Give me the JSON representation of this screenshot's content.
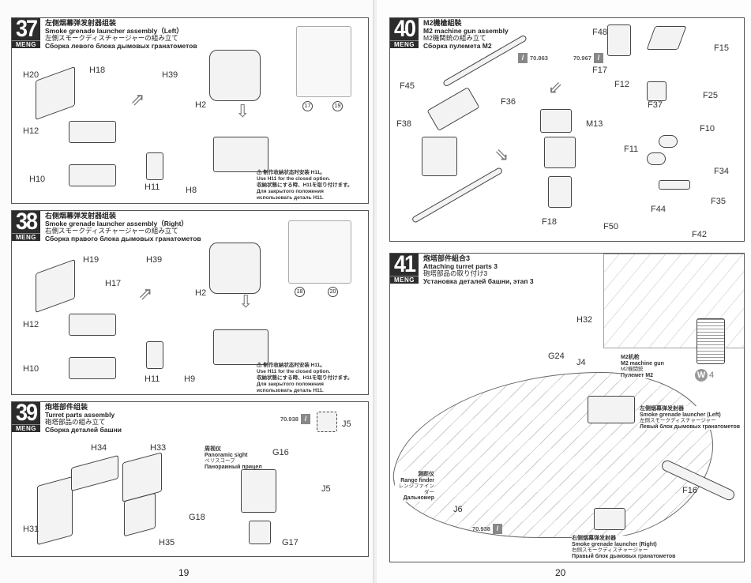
{
  "pages": [
    {
      "number": "19",
      "steps": [
        {
          "number": "37",
          "brand": "MENG",
          "title_zh": "左侧烟幕弹发射器组装",
          "title_en": "Smoke grenade launcher assembly（Left）",
          "title_ja": "左側スモークディスチャージャーの組み立て",
          "title_ru": "Сборка левого блока дымовых гранатометов",
          "parts": [
            "H20",
            "H18",
            "H39",
            "H2",
            "H12",
            "H10",
            "H11",
            "H8"
          ],
          "refs": [
            "17",
            "19"
          ],
          "note": [
            "制作收納状态时安装 H11。",
            "Use H11 for the closed option.",
            "収納状態にする時、H11を取り付けます。",
            "Для закрытого положения",
            "использовать деталь H11."
          ]
        },
        {
          "number": "38",
          "brand": "MENG",
          "title_zh": "右侧烟幕弹发射器组装",
          "title_en": "Smoke grenade launcher assembly（Right）",
          "title_ja": "右側スモークディスチャージャーの組み立て",
          "title_ru": "Сборка правого блока дымовых гранатометов",
          "parts": [
            "H19",
            "H17",
            "H39",
            "H2",
            "H12",
            "H10",
            "H11",
            "H9"
          ],
          "refs": [
            "18",
            "20"
          ],
          "note": [
            "制作收納状态时安装 H11。",
            "Use H11 for the closed option.",
            "収納状態にする時、H11を取り付けます。",
            "Для закрытого положения",
            "использовать деталь H11."
          ]
        },
        {
          "number": "39",
          "brand": "MENG",
          "title_zh": "炮塔部件组装",
          "title_en": "Turret parts assembly",
          "title_ja": "砲塔部品の組み立て",
          "title_ru": "Сборка деталей башни",
          "parts": [
            "H34",
            "H33",
            "H31",
            "H35",
            "G16",
            "J5",
            "G18",
            "G17"
          ],
          "paint": "70.938",
          "callout": {
            "zh": "周视仪",
            "en": "Panoramic sight",
            "ja": "ペリスコープ",
            "ru": "Панорамный прицел"
          }
        }
      ]
    },
    {
      "number": "20",
      "steps": [
        {
          "number": "40",
          "brand": "MENG",
          "title_zh": "M2機槍組裝",
          "title_en": "M2 machine gun assembly",
          "title_ja": "M2機関銃の組み立て",
          "title_ru": "Сборка пулемета M2",
          "parts": [
            "F45",
            "F36",
            "F38",
            "M13",
            "F18",
            "F50",
            "F48",
            "F15",
            "F17",
            "F12",
            "F37",
            "F25",
            "F10",
            "F11",
            "F34",
            "F44",
            "F35",
            "F42"
          ],
          "paints": [
            "70.863",
            "70.967"
          ]
        },
        {
          "number": "41",
          "brand": "MENG",
          "title_zh": "炮塔部件組合3",
          "title_en": "Attaching turret parts 3",
          "title_ja": "砲塔部品の取り付け3",
          "title_ru": "Установка деталей башни, этап 3",
          "parts": [
            "H32",
            "G24",
            "J4",
            "J6",
            "F16"
          ],
          "decal": "W",
          "decal_num": "4",
          "paint": "70.938",
          "callouts": [
            {
              "zh": "M2机枪",
              "en": "M2 machine gun",
              "ja": "M2機関銃",
              "ru": "Пулемет M2"
            },
            {
              "zh": "左侧烟幕弹发射器",
              "en": "Smoke grenade launcher (Left)",
              "ja": "左側スモークディスチャージャー",
              "ru": "Левый блок дымовых гранатометов"
            },
            {
              "zh": "测距仪",
              "en": "Range finder",
              "ja": "レンジファインダー",
              "ru": "Дальномер"
            },
            {
              "zh": "右侧烟幕弹发射器",
              "en": "Smoke grenade launcher (Right)",
              "ja": "右側スモークディスチャージャー",
              "ru": "Правый блок дымовых гранатометов"
            }
          ]
        }
      ]
    }
  ]
}
